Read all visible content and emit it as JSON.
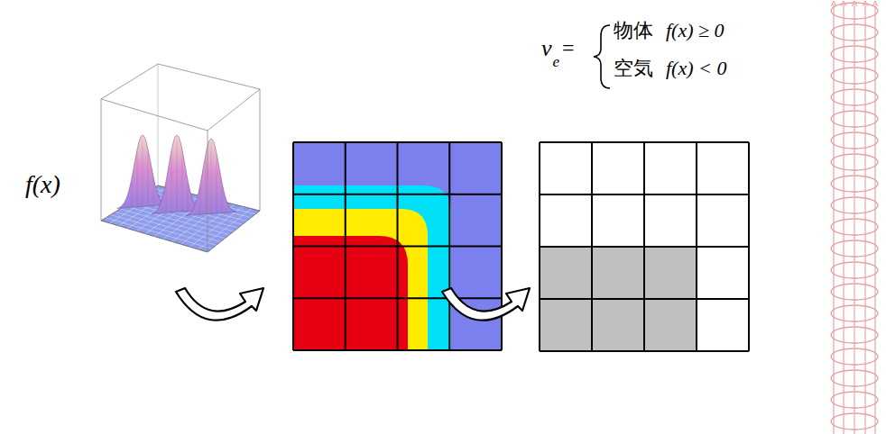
{
  "diagram": {
    "labels": [
      "f(x)",
      "v",
      "e",
      "=",
      "物体",
      "f(x) ≥ 0",
      "空気",
      "f(x) < 0"
    ]
  }
}
